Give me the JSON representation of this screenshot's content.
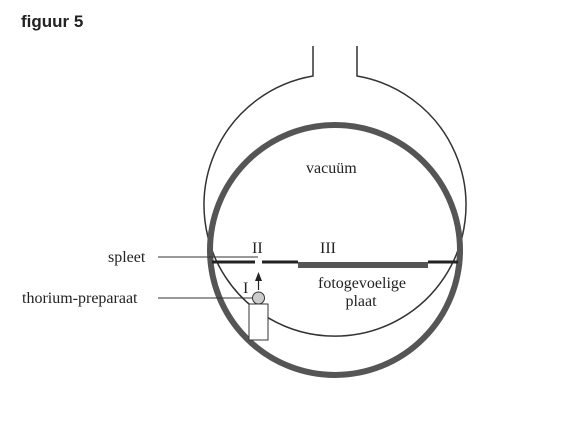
{
  "figure": {
    "title": "figuur 5"
  },
  "labels": {
    "vacuum": "vacuüm",
    "spleet": "spleet",
    "thorium": "thorium-preparaat",
    "roman_I": "I",
    "roman_II": "II",
    "roman_III": "III",
    "plate_line1": "fotogevoelige",
    "plate_line2": "plaat"
  },
  "colors": {
    "outline": "#333333",
    "inner_ring": "#555555",
    "plate": "#555555",
    "text": "#222222"
  }
}
